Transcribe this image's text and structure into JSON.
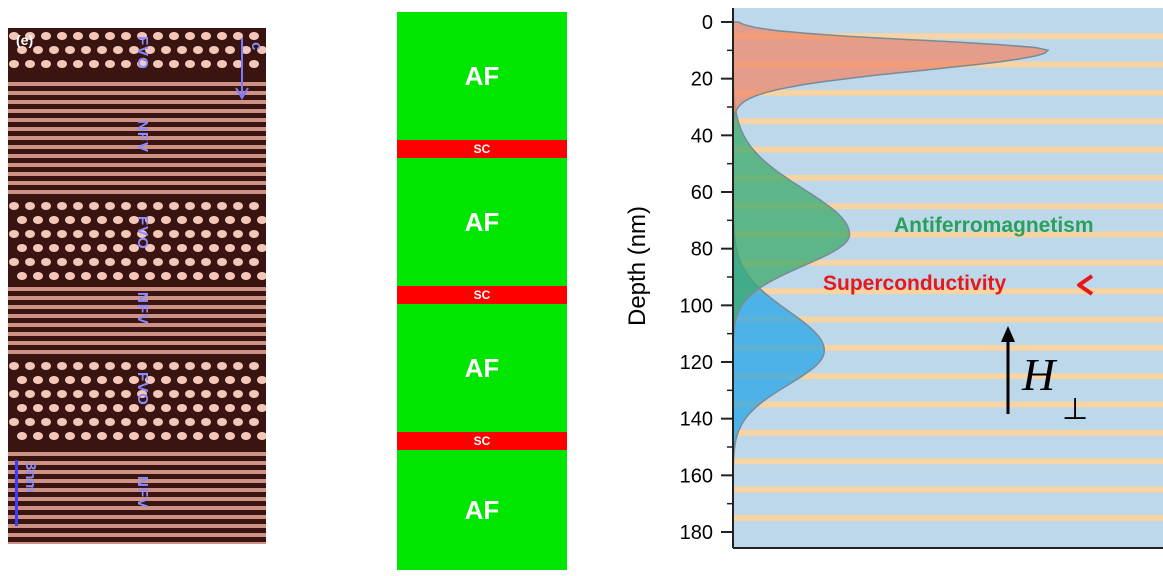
{
  "panel_e": {
    "label": "(e)",
    "layer_labels": [
      "FVO",
      "NFV",
      "FVO",
      "NFV",
      "FVO",
      "NFV"
    ],
    "axis_label": "c",
    "scale_bar_label": "3nm"
  },
  "schematic": {
    "layers": [
      {
        "type": "AF",
        "label": "AF"
      },
      {
        "type": "SC",
        "label": "SC"
      },
      {
        "type": "AF",
        "label": "AF"
      },
      {
        "type": "SC",
        "label": "SC"
      },
      {
        "type": "AF",
        "label": "AF"
      },
      {
        "type": "SC",
        "label": "SC"
      },
      {
        "type": "AF",
        "label": "AF"
      }
    ],
    "colors": {
      "AF": "#00e600",
      "SC": "#ff0000"
    }
  },
  "depth_plot": {
    "ylabel": "Depth (nm)",
    "ylim": [
      0,
      180
    ],
    "ticks": [
      0,
      20,
      40,
      60,
      80,
      100,
      120,
      140,
      160,
      180
    ],
    "labels": {
      "antiferromagnetism": "Antiferromagnetism",
      "superconductivity": "Superconductivity",
      "field_symbol": "H",
      "field_subscript": "⊥"
    },
    "colors": {
      "antiferromagnetism_text": "#2aa05a",
      "superconductivity_text": "#e81818",
      "background": "#bcd8ea",
      "stripes": "#f6d4a4"
    },
    "profiles": [
      {
        "name": "orange",
        "color": "#f08a6a",
        "peak_depth": 10,
        "rel_height": 1.0
      },
      {
        "name": "green",
        "color": "#3eaa6a",
        "peak_depth": 75,
        "rel_height": 0.37
      },
      {
        "name": "blue",
        "color": "#28a6e6",
        "peak_depth": 116,
        "rel_height": 0.29
      }
    ]
  }
}
